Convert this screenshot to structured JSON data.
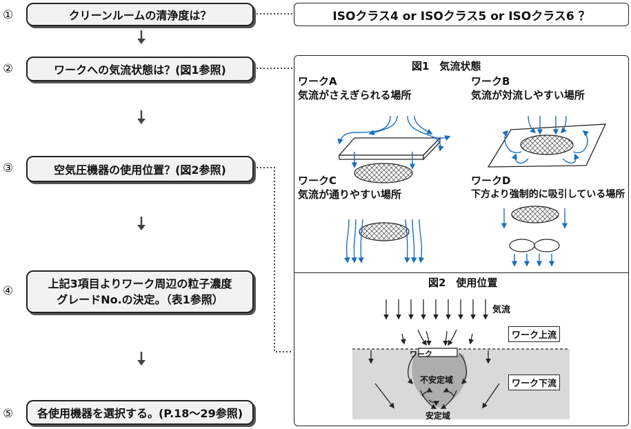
{
  "steps": [
    {
      "num": "①",
      "label": "クリーンルームの清浄度は？"
    },
    {
      "num": "②",
      "label": "ワークへの気流状態は？(図1参照)"
    },
    {
      "num": "③",
      "label": "空気圧機器の使用位置？(図2参照)"
    },
    {
      "num": "④",
      "label_line1": "上記3項目よりワーク周辺の粒子濃度",
      "label_line2": "グレードNo.の決定。（表1参照）"
    },
    {
      "num": "⑤",
      "label": "各使用機器を選択する。(P.18〜29参照)"
    }
  ],
  "iso_box": "ISOクラス4 or ISOクラス5 or ISOクラス6 ？",
  "figure1": {
    "title": "図1　気流状態",
    "work_a": {
      "name": "ワークA",
      "desc": "気流がさえぎられる場所"
    },
    "work_b": {
      "name": "ワークB",
      "desc": "気流が対流しやすい場所"
    },
    "work_c": {
      "name": "ワークC",
      "desc": "気流が通りやすい場所"
    },
    "work_d": {
      "name": "ワークD",
      "desc": "下方より強制的に吸引している場所"
    }
  },
  "figure2": {
    "title": "図2　使用位置",
    "airflow": "気流",
    "upstream": "ワーク上流",
    "downstream": "ワーク下流",
    "work": "ワーク",
    "unstable": "不安定域",
    "stable": "安定域"
  },
  "colors": {
    "flow_arrow": "#1a6fc0",
    "box_fill": "#f2f2f2",
    "zone_fill": "#d9d9d9"
  }
}
